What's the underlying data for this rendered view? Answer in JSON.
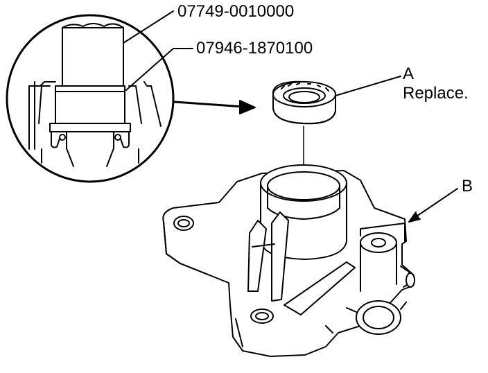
{
  "callouts": {
    "tool_1": "07749-0010000",
    "tool_2": "07946-1870100",
    "part_a_letter": "A",
    "part_a_note": "Replace.",
    "part_b_letter": "B"
  },
  "colors": {
    "line": "#000000",
    "background": "#ffffff"
  }
}
